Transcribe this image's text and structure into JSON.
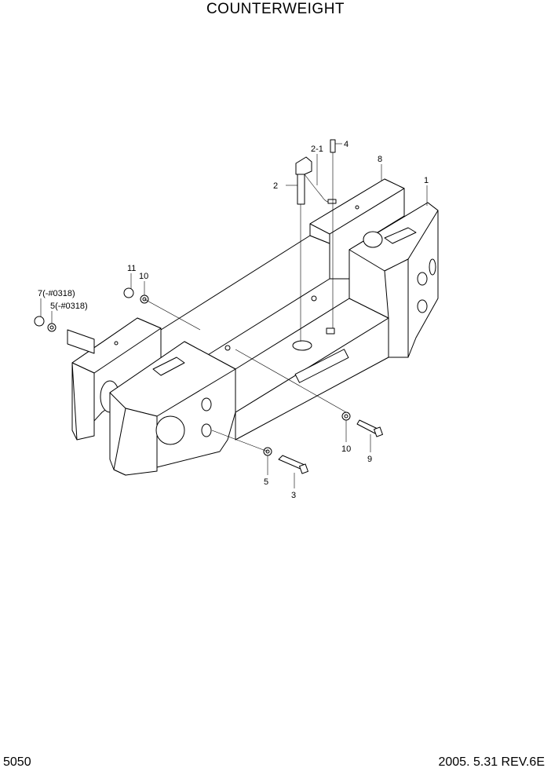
{
  "header": {
    "title": "COUNTERWEIGHT"
  },
  "footer": {
    "page_number": "5050",
    "revision": "2005. 5.31  REV.6E"
  },
  "callouts": [
    {
      "id": "c1",
      "label": "1"
    },
    {
      "id": "c2",
      "label": "2"
    },
    {
      "id": "c21",
      "label": "2-1"
    },
    {
      "id": "c3",
      "label": "3"
    },
    {
      "id": "c4",
      "label": "4"
    },
    {
      "id": "c5",
      "label": "5"
    },
    {
      "id": "c5b",
      "label": "5(-#0318)"
    },
    {
      "id": "c7",
      "label": "7(-#0318)"
    },
    {
      "id": "c8",
      "label": "8"
    },
    {
      "id": "c9",
      "label": "9"
    },
    {
      "id": "c10a",
      "label": "10"
    },
    {
      "id": "c10b",
      "label": "10"
    },
    {
      "id": "c11",
      "label": "11"
    }
  ]
}
